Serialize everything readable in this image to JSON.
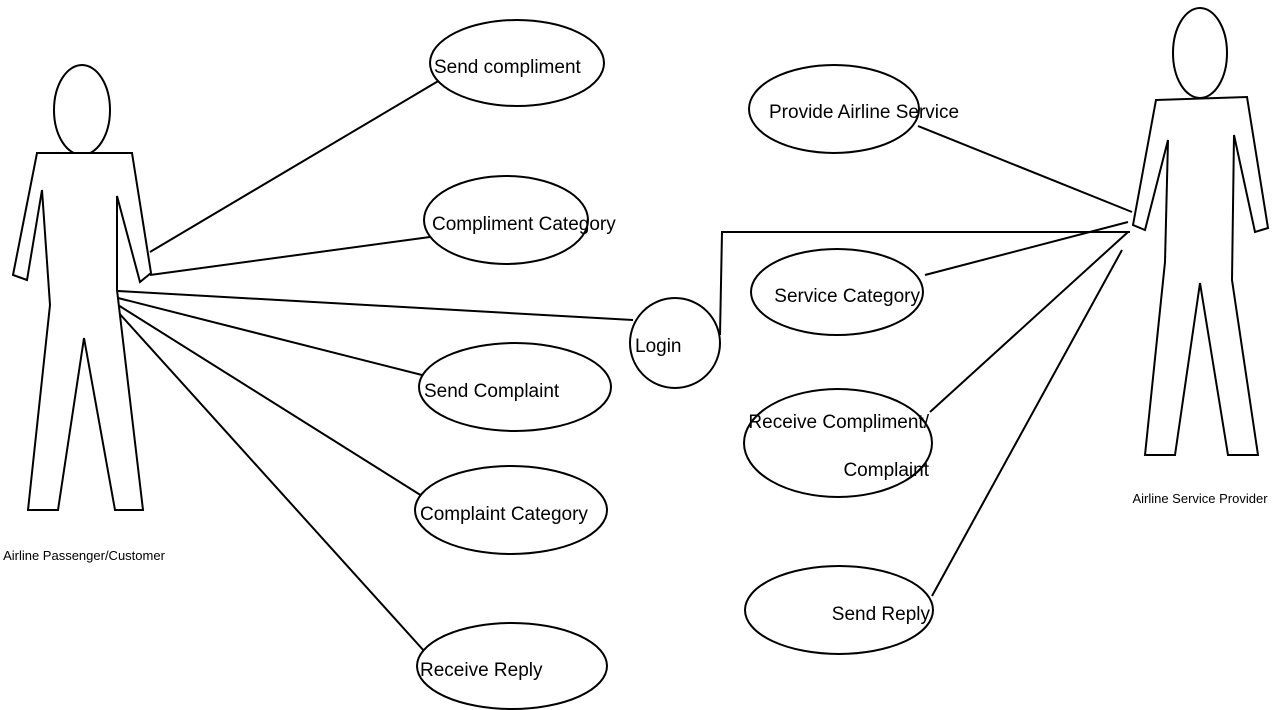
{
  "diagram": {
    "actors": {
      "customer": {
        "label": "Airline Passenger/Customer"
      },
      "provider": {
        "label": "Airline Service Provider"
      }
    },
    "use_cases": {
      "send_compliment": "Send compliment",
      "compliment_category": "Compliment Category",
      "login": "Login",
      "send_complaint": "Send Complaint",
      "complaint_category": "Complaint Category",
      "receive_reply": "Receive Reply",
      "provide_airline_service": "Provide Airline Service",
      "service_category": "Service Category",
      "receive_compliment_line1": "Receive Compliment/",
      "receive_compliment_line2": "Complaint",
      "send_reply": "Send Reply"
    },
    "line_color": "#000000",
    "background_color": "#ffffff"
  }
}
